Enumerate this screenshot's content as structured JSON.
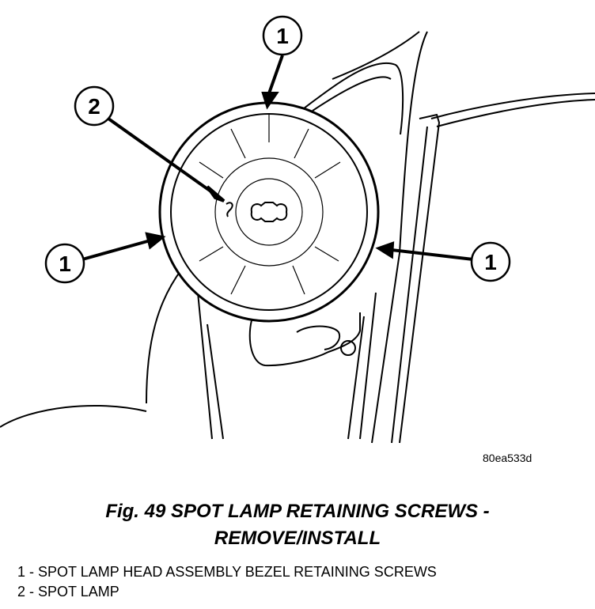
{
  "figure": {
    "callouts": [
      {
        "id": "callout-top",
        "number": "1"
      },
      {
        "id": "callout-spot-lamp",
        "number": "2"
      },
      {
        "id": "callout-left",
        "number": "1"
      },
      {
        "id": "callout-right",
        "number": "1"
      }
    ],
    "figure_code": "80ea533d"
  },
  "caption": {
    "line1": "Fig. 49 SPOT LAMP RETAINING SCREWS -",
    "line2": "REMOVE/INSTALL"
  },
  "legend": [
    "1 - SPOT LAMP HEAD ASSEMBLY BEZEL RETAINING SCREWS",
    "2 - SPOT LAMP"
  ]
}
